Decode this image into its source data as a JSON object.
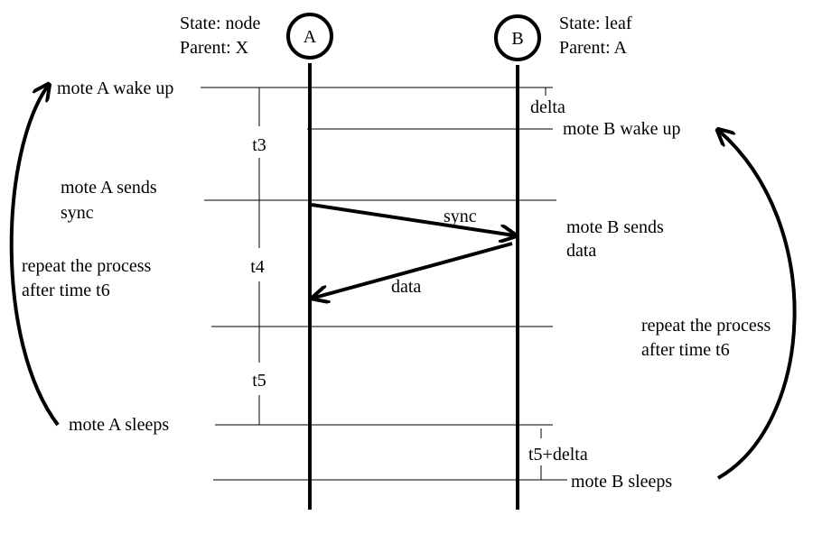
{
  "nodes": {
    "a": {
      "label": "A",
      "state": "State: node",
      "parent": "Parent: X"
    },
    "b": {
      "label": "B",
      "state": "State: leaf",
      "parent": "Parent: A"
    }
  },
  "events": {
    "a_wake": "mote A wake up",
    "b_wake": "mote B wake up",
    "a_sends_1": "mote A sends",
    "a_sends_2": "sync",
    "b_sends_1": "mote B sends",
    "b_sends_2": "data",
    "a_sleeps": "mote A sleeps",
    "b_sleeps": "mote B sleeps"
  },
  "messages": {
    "sync": "sync",
    "data": "data"
  },
  "intervals": {
    "t3": "t3",
    "t4": "t4",
    "t5": "t5",
    "delta": "delta",
    "t5_delta": "t5+delta"
  },
  "loops": {
    "left_1": "repeat the process",
    "left_2": "after time t6",
    "right_1": "repeat the process",
    "right_2": "after time t6"
  },
  "colors": {
    "ink": "#000000",
    "background": "#ffffff"
  }
}
